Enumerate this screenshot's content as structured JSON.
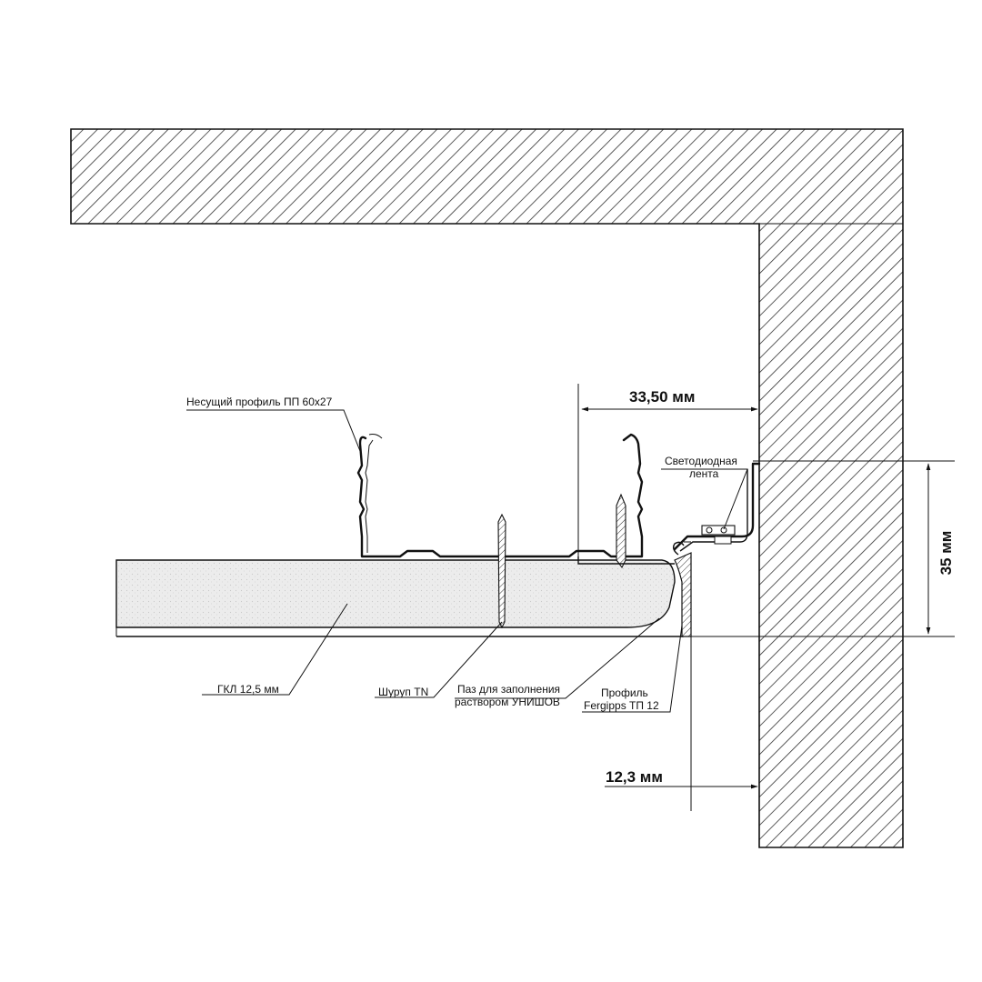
{
  "labels": {
    "profile_pp": "Несущий профиль ПП 60х27",
    "led_line1": "Светодиодная",
    "led_line2": "лента",
    "gkl": "ГКЛ 12,5 мм",
    "screw": "Шуруп TN",
    "groove_line1": "Паз для заполнения",
    "groove_line2": "раствором УНИШОВ",
    "tp_line1": "Профиль",
    "tp_line2": "Fergipps ТП 12"
  },
  "dimensions": {
    "gap_top": "33,50 мм",
    "height": "35 мм",
    "gap_bottom": "12,3 мм"
  },
  "colors": {
    "line": "#111111",
    "hatch": "#333333",
    "board_fill": "#eeeeee",
    "background": "#ffffff"
  }
}
